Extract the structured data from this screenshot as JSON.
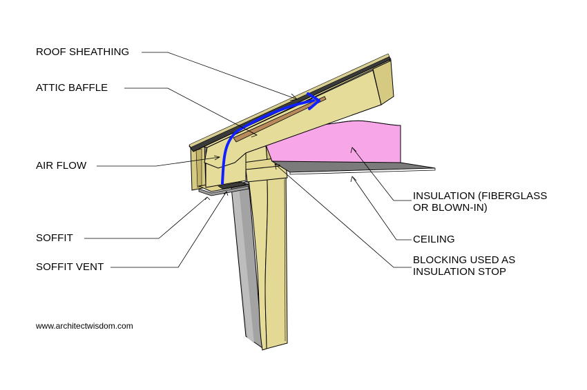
{
  "labels": {
    "roof_sheathing": "ROOF SHEATHING",
    "attic_baffle": "ATTIC BAFFLE",
    "air_flow": "AIR FLOW",
    "soffit": "SOFFIT",
    "soffit_vent": "SOFFIT VENT",
    "insulation_line1": "INSULATION (FIBERGLASS",
    "insulation_line2": "OR BLOWN-IN)",
    "ceiling": "CEILING",
    "blocking_line1": "BLOCKING USED AS",
    "blocking_line2": "INSULATION STOP"
  },
  "credit": "www.architectwisdom.com",
  "colors": {
    "lumber": "#e6dc9a",
    "lumber_dark": "#d2c67c",
    "insulation": "#f7a6e8",
    "wall": "#9a9a9a",
    "wall_light": "#b8b8b8",
    "ceiling_board": "#7b7b7b",
    "sheathing": "#3a3a3a",
    "baffle": "#b8895a",
    "air_flow": "#1020ff"
  }
}
